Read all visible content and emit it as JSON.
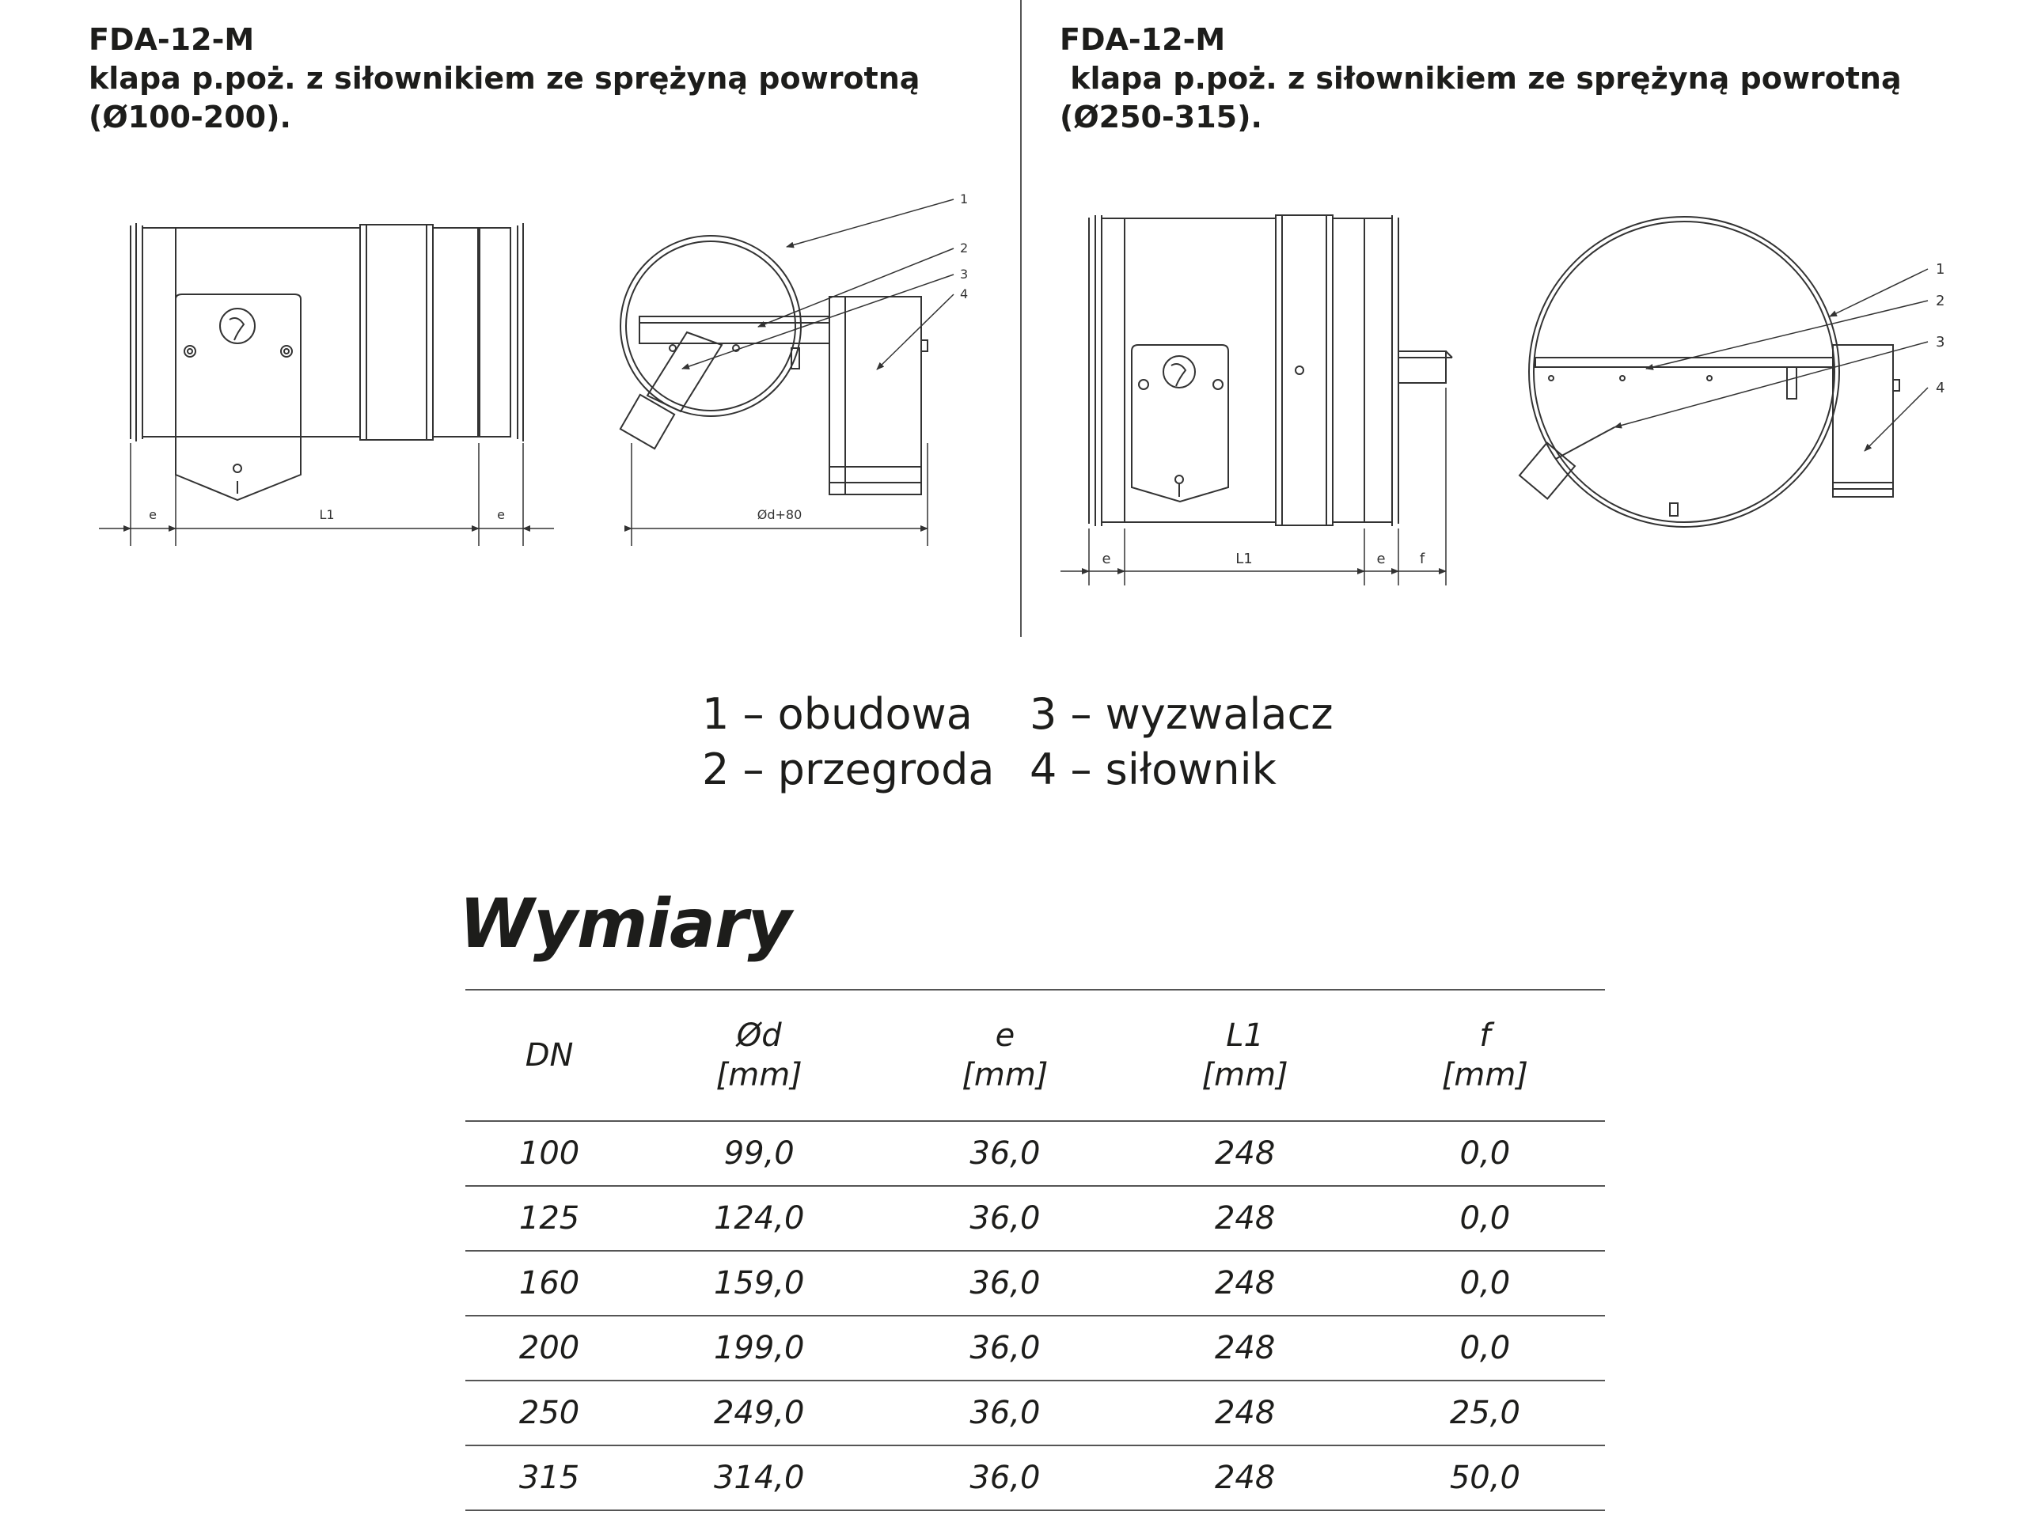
{
  "left_header": {
    "model": "FDA-12-M",
    "description": "klapa p.poż. z siłownikiem ze sprężyną powrotną",
    "range": "(Ø100-200)."
  },
  "right_header": {
    "model": "FDA-12-M",
    "description": " klapa p.poż. z siłownikiem ze sprężyną powrotną",
    "range": "(Ø250-315)."
  },
  "drawing_labels": {
    "callouts": [
      "1",
      "2",
      "3",
      "4"
    ],
    "dim_e": "e",
    "dim_l1": "L1",
    "dim_f": "f",
    "dim_od80": "Ød+80"
  },
  "legend": [
    {
      "text": "1 – obudowa"
    },
    {
      "text": "2 – przegroda"
    },
    {
      "text": "3 – wyzwalacz"
    },
    {
      "text": "4 – siłownik"
    }
  ],
  "section_title": "Wymiary",
  "table": {
    "headers": [
      {
        "name": "DN",
        "unit": ""
      },
      {
        "name": "Ød",
        "unit": "[mm]"
      },
      {
        "name": "e",
        "unit": "[mm]"
      },
      {
        "name": "L1",
        "unit": "[mm]"
      },
      {
        "name": "f",
        "unit": "[mm]"
      }
    ],
    "rows": [
      [
        "100",
        "99,0",
        "36,0",
        "248",
        "0,0"
      ],
      [
        "125",
        "124,0",
        "36,0",
        "248",
        "0,0"
      ],
      [
        "160",
        "159,0",
        "36,0",
        "248",
        "0,0"
      ],
      [
        "200",
        "199,0",
        "36,0",
        "248",
        "0,0"
      ],
      [
        "250",
        "249,0",
        "36,0",
        "248",
        "25,0"
      ],
      [
        "315",
        "314,0",
        "36,0",
        "248",
        "50,0"
      ]
    ]
  }
}
